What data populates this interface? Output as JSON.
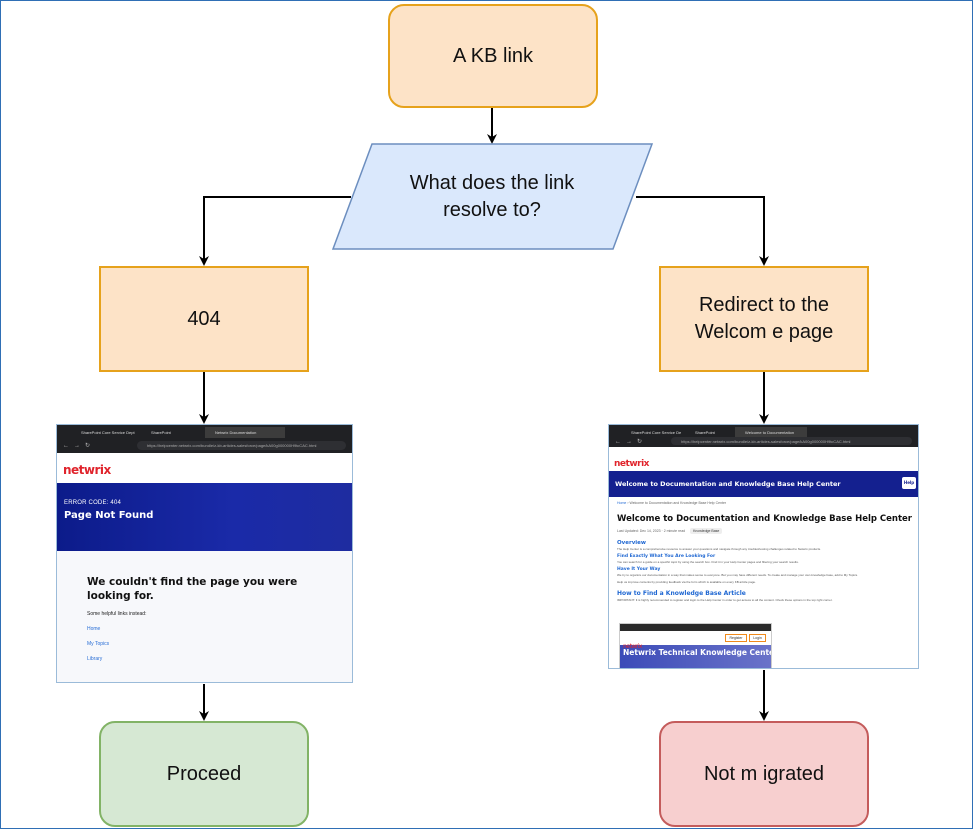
{
  "nodes": {
    "start": "A KB link",
    "decision_line1": "What does the link",
    "decision_line2": "resolve to?",
    "left": "404",
    "right_line1": "Redirect to the",
    "right_line2": "Welcom e page",
    "proceed": "Proceed",
    "not_migrated": "Not m igrated"
  },
  "colors": {
    "process_fill": "#fde3c7",
    "process_border": "#e6a21c",
    "decision_fill": "#dae8fc",
    "decision_border": "#6c8ebf",
    "proceed_fill": "#d6e8d3",
    "proceed_border": "#82b366",
    "notmigrated_fill": "#f7cfcf",
    "notmigrated_border": "#c45c5c"
  },
  "screenshot_404": {
    "tabs": [
      "SharePoint Core Service Dept",
      "SharePoint",
      "Netwrix Documentation"
    ],
    "url": "https://helpcenter.netwrix.com/bundle/z-kb-articles-salesforce/page/kA00g000000H9tcCAC.html",
    "logo": "netwrix",
    "error_code": "ERROR CODE: 404",
    "title": "Page Not Found",
    "heading": "We couldn't find the page you were looking for.",
    "sub": "Some helpful links instead:",
    "links": [
      "Home",
      "My Topics",
      "Library"
    ]
  },
  "screenshot_welcome": {
    "tabs": [
      "SharePoint Core Service Dept",
      "SharePoint",
      "Welcome to Documentation"
    ],
    "url": "https://helpcenter.netwrix.com/bundle/z-kb-articles-salesforce/page/kA00g000000H9tcCAC.html",
    "logo": "netwrix",
    "banner": "Welcome to Documentation and Knowledge Base Help Center",
    "help_btn": "Help",
    "crumb_home": "Home",
    "crumb_page": "Welcome to Documentation and Knowledge Base Help Center",
    "h1": "Welcome to Documentation and Knowledge Base Help Center",
    "meta": "Last Updated: Dec 14, 2023 · 2 minute read",
    "badge": "Knowledge Base",
    "overview": "Overview",
    "overview_txt": "The Help Center is a comprehensive resource to answer your questions and navigate through any troubleshooting challenges related to Netwrix products.",
    "find": "Find Exactly What You Are Looking For",
    "find_txt": "You can search for a guide on a specific topic by using the search box. Find it in your Help Center pages and filtering your search results.",
    "way": "Have It Your Way",
    "way_txt": "We try to organize our documentation in a way that makes sense to everyone. But you may have different needs. To create and manage your own knowledge base, add to My Topics.",
    "way_txt2": "Help us improve contents by providing feedback via the form which is available on every KB article page.",
    "howto": "How to Find a Knowledge Base Article",
    "howto_txt": "IMPORTANT: It is highly recommended to register and login to the Help Center in order to get access to all the content. Check these options in the top right corner.",
    "inner_logo": "netwrix",
    "inner_register": "Register",
    "inner_login": "Login",
    "inner_banner": "Netwrix Technical Knowledge Center"
  }
}
